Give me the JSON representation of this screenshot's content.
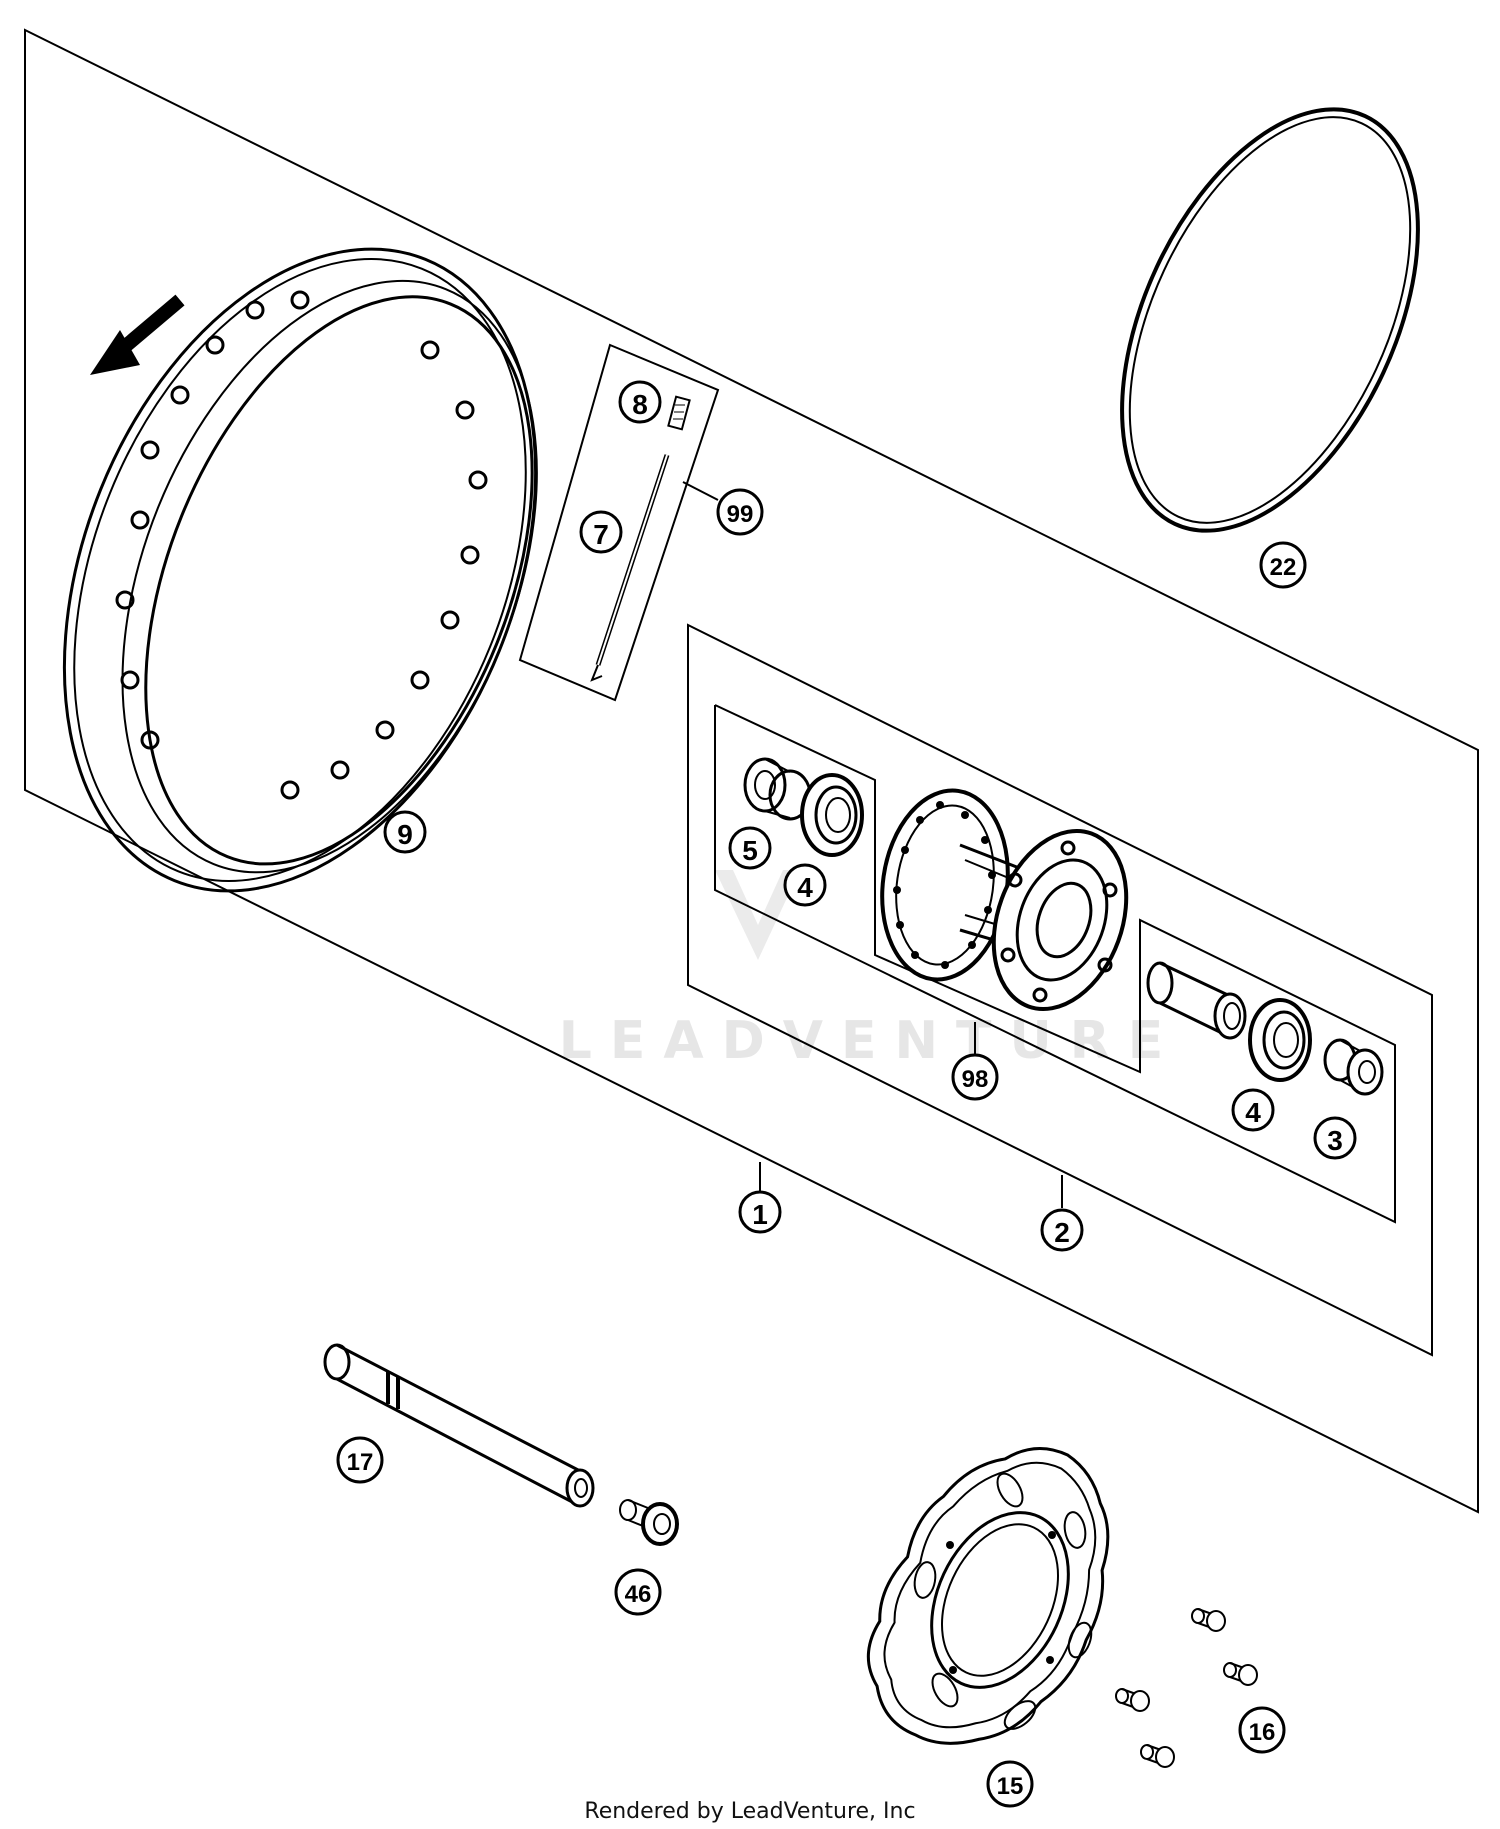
{
  "watermark": {
    "text": "LEADVENTURE"
  },
  "credit": {
    "text": "Rendered by LeadVenture, Inc"
  },
  "callouts": [
    {
      "id": "c1",
      "label": "1"
    },
    {
      "id": "c2",
      "label": "2"
    },
    {
      "id": "c3",
      "label": "3"
    },
    {
      "id": "c4a",
      "label": "4"
    },
    {
      "id": "c4b",
      "label": "4"
    },
    {
      "id": "c5",
      "label": "5"
    },
    {
      "id": "c7",
      "label": "7"
    },
    {
      "id": "c8",
      "label": "8"
    },
    {
      "id": "c9",
      "label": "9"
    },
    {
      "id": "c15",
      "label": "15"
    },
    {
      "id": "c16",
      "label": "16"
    },
    {
      "id": "c17",
      "label": "17"
    },
    {
      "id": "c22",
      "label": "22"
    },
    {
      "id": "c46",
      "label": "46"
    },
    {
      "id": "c98",
      "label": "98"
    },
    {
      "id": "c99",
      "label": "99"
    }
  ]
}
